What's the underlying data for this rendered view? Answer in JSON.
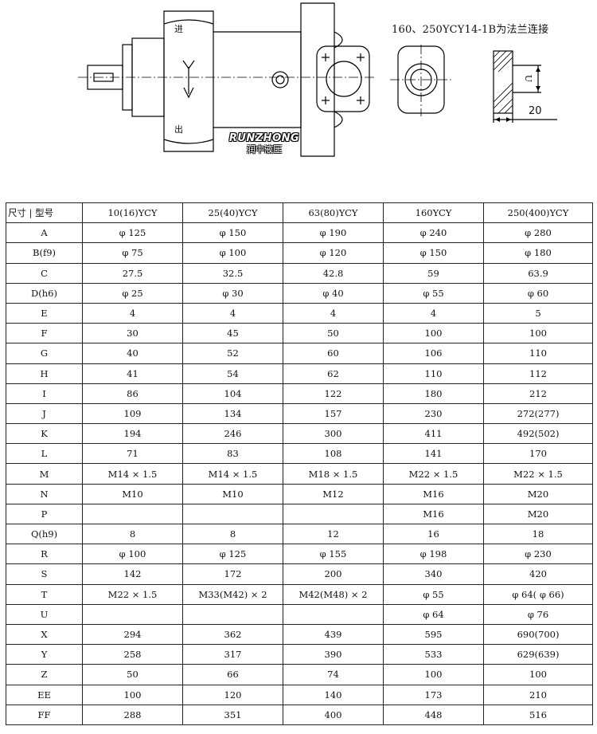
{
  "drawing": {
    "caption": "160、250YCY14-1B为法兰连接",
    "brand_en": "RUNZHONG",
    "brand_cn": "润中液压",
    "pump_in_label": "进",
    "pump_out_label": "出",
    "u_label": "U",
    "dim_20": "20"
  },
  "table": {
    "corner": "尺寸 | 型号",
    "columns": [
      "10(16)YCY",
      "25(40)YCY",
      "63(80)YCY",
      "160YCY",
      "250(400)YCY"
    ],
    "rows": [
      [
        "A",
        "φ 125",
        "φ 150",
        "φ 190",
        "φ 240",
        "φ 280"
      ],
      [
        "B(f9)",
        "φ 75",
        "φ 100",
        "φ 120",
        "φ 150",
        "φ 180"
      ],
      [
        "C",
        "27.5",
        "32.5",
        "42.8",
        "59",
        "63.9"
      ],
      [
        "D(h6)",
        "φ 25",
        "φ 30",
        "φ 40",
        "φ 55",
        "φ 60"
      ],
      [
        "E",
        "4",
        "4",
        "4",
        "4",
        "5"
      ],
      [
        "F",
        "30",
        "45",
        "50",
        "100",
        "100"
      ],
      [
        "G",
        "40",
        "52",
        "60",
        "106",
        "110"
      ],
      [
        "H",
        "41",
        "54",
        "62",
        "110",
        "112"
      ],
      [
        "I",
        "86",
        "104",
        "122",
        "180",
        "212"
      ],
      [
        "J",
        "109",
        "134",
        "157",
        "230",
        "272(277)"
      ],
      [
        "K",
        "194",
        "246",
        "300",
        "411",
        "492(502)"
      ],
      [
        "L",
        "71",
        "83",
        "108",
        "141",
        "170"
      ],
      [
        "M",
        "M14 × 1.5",
        "M14 × 1.5",
        "M18 × 1.5",
        "M22 × 1.5",
        "M22 × 1.5"
      ],
      [
        "N",
        "M10",
        "M10",
        "M12",
        "M16",
        "M20"
      ],
      [
        "P",
        "",
        "",
        "",
        "M16",
        "M20"
      ],
      [
        "Q(h9)",
        "8",
        "8",
        "12",
        "16",
        "18"
      ],
      [
        "R",
        "φ 100",
        "φ 125",
        "φ 155",
        "φ 198",
        "φ 230"
      ],
      [
        "S",
        "142",
        "172",
        "200",
        "340",
        "420"
      ],
      [
        "T",
        "M22 × 1.5",
        "M33(M42) × 2",
        "M42(M48) × 2",
        "φ 55",
        "φ 64( φ 66)"
      ],
      [
        "U",
        "",
        "",
        "",
        "φ 64",
        "φ 76"
      ],
      [
        "X",
        "294",
        "362",
        "439",
        "595",
        "690(700)"
      ],
      [
        "Y",
        "258",
        "317",
        "390",
        "533",
        "629(639)"
      ],
      [
        "Z",
        "50",
        "66",
        "74",
        "100",
        "100"
      ],
      [
        "EE",
        "100",
        "120",
        "140",
        "173",
        "210"
      ],
      [
        "FF",
        "288",
        "351",
        "400",
        "448",
        "516"
      ]
    ]
  }
}
